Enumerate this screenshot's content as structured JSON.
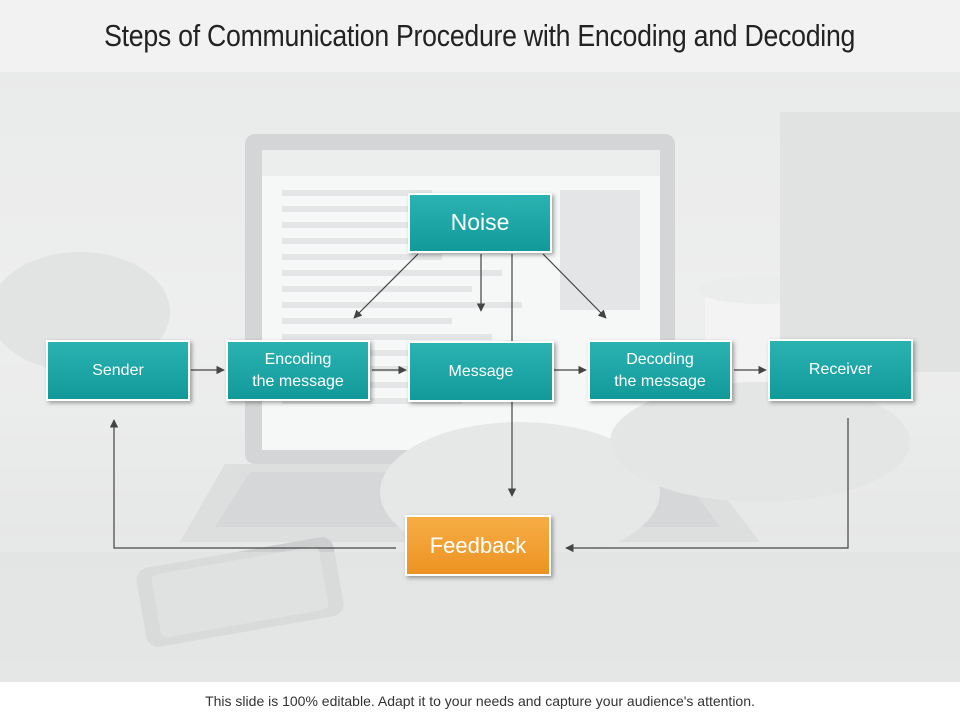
{
  "title": "Steps of Communication Procedure with Encoding and Decoding",
  "nodes": {
    "noise": "Noise",
    "sender": "Sender",
    "encoding": "Encoding\nthe message",
    "message": "Message",
    "decoding": "Decoding\nthe message",
    "receiver": "Receiver",
    "feedback": "Feedback"
  },
  "footer": "This slide is 100% editable.  Adapt it to your needs and capture your audience's attention.",
  "colors": {
    "teal": "#1aa5a5",
    "orange": "#f29b2e",
    "connector": "#444444"
  }
}
